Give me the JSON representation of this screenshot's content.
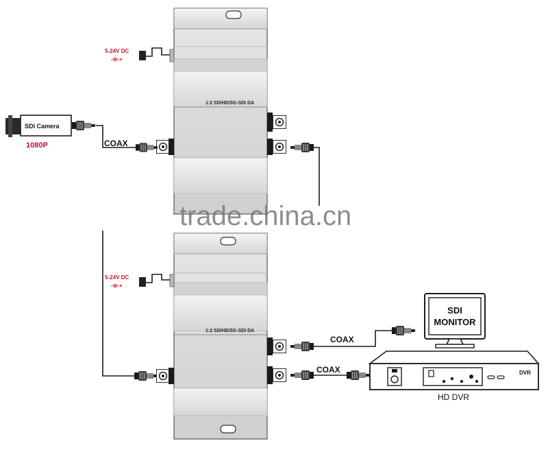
{
  "devices": {
    "top_da": {
      "label": "1:2 SD/HD/3G-SDI DA"
    },
    "bottom_da": {
      "label": "1:2 SD/HD/3G-SDI DA"
    }
  },
  "power": {
    "top": {
      "voltage": "5-24V DC",
      "polarity": "-⊖-+"
    },
    "bottom": {
      "voltage": "5-24V DC",
      "polarity": "-⊖-+"
    }
  },
  "camera": {
    "label": "SDI Camera",
    "resolution": "1080P"
  },
  "cables": {
    "camera_to_top": "COAX",
    "bottom_to_monitor": "COAX",
    "bottom_to_dvr": "COAX"
  },
  "monitor": {
    "line1": "SDI",
    "line2": "MONITOR"
  },
  "dvr": {
    "badge": "DVR",
    "caption": "HD DVR"
  },
  "watermark": {
    "text": "trade.china.cn"
  },
  "colors": {
    "accent_red": "#c8102e",
    "device_gray": "#dcdcdc"
  }
}
